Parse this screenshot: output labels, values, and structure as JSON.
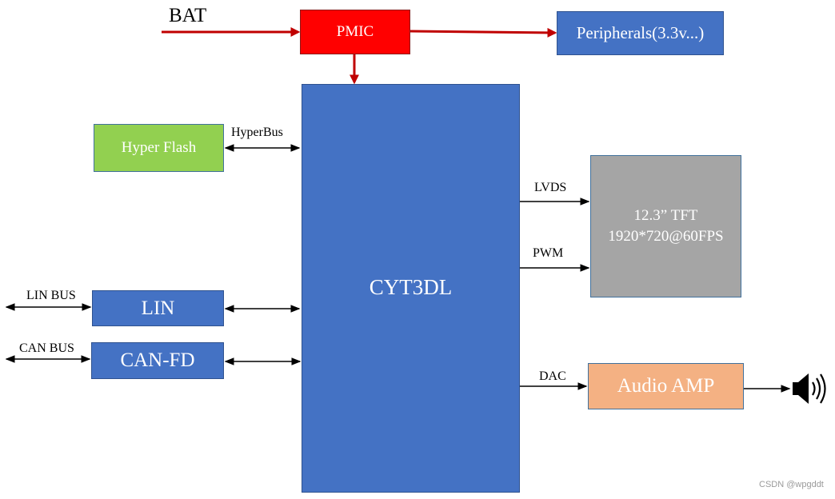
{
  "blocks": {
    "pmic": "PMIC",
    "peripherals": "Peripherals(3.3v...)",
    "cpu": "CYT3DL",
    "hyper_flash": "Hyper Flash",
    "tft_line1": "12.3” TFT",
    "tft_line2": "1920*720@60FPS",
    "lin": "LIN",
    "can": "CAN-FD",
    "audio_amp": "Audio AMP"
  },
  "signals": {
    "bat": "BAT",
    "hyperbus": "HyperBus",
    "lvds": "LVDS",
    "pwm": "PWM",
    "lin_bus": "LIN BUS",
    "can_bus": "CAN BUS",
    "dac": "DAC"
  },
  "icons": {
    "speaker": "speaker-icon"
  },
  "colors": {
    "power_arrow": "#c00000",
    "pmic": "#ff0000",
    "block_blue": "#4472c4",
    "flash_green": "#92d050",
    "tft_gray": "#a5a5a5",
    "amp_orange": "#f4b183",
    "signal_arrow": "#000000"
  },
  "watermark": "CSDN @wpgddt"
}
